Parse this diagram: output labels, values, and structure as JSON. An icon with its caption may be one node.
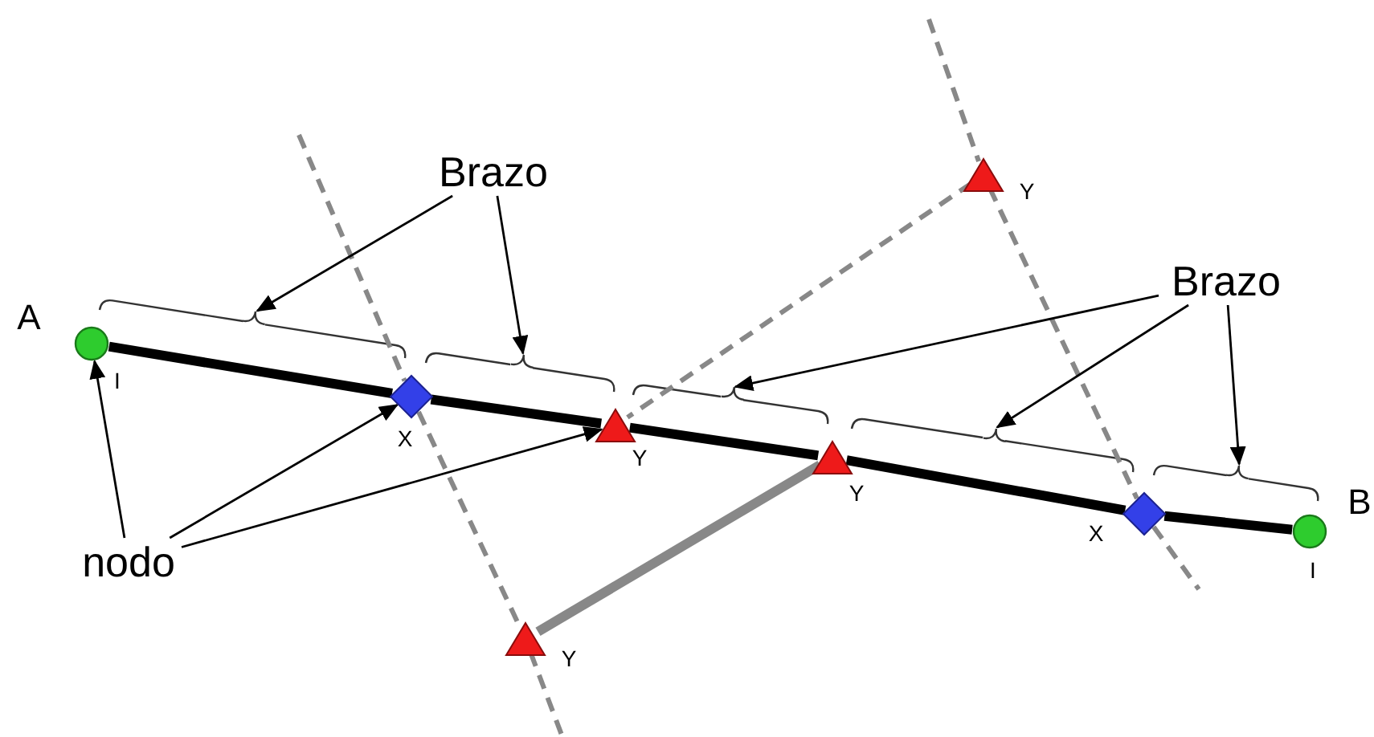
{
  "diagram": {
    "nodes": [
      {
        "text": [
          "Brazo"
        ]
      },
      {
        "text": [
          "Brazo"
        ]
      },
      {
        "text": [
          "nodo"
        ]
      },
      {
        "text": [],
        "shape": "circle",
        "beside": [
          "A",
          "I"
        ]
      },
      {
        "text": [],
        "shape": "diamond",
        "beside": [
          "X"
        ]
      },
      {
        "text": [],
        "shape": "triangle",
        "beside": [
          "Y"
        ]
      },
      {
        "text": [],
        "shape": "triangle",
        "beside": [
          "Y"
        ]
      },
      {
        "text": [],
        "shape": "diamond",
        "beside": [
          "X"
        ]
      },
      {
        "text": [],
        "shape": "circle",
        "beside": [
          "B",
          "I"
        ]
      },
      {
        "text": [],
        "shape": "triangle",
        "beside": [
          "Y"
        ]
      },
      {
        "text": [],
        "shape": "triangle",
        "beside": [
          "Y"
        ]
      },
      {
        "text": [],
        "shape": "brace"
      },
      {
        "text": [],
        "shape": "brace"
      },
      {
        "text": [],
        "shape": "brace"
      },
      {
        "text": [],
        "shape": "brace"
      },
      {
        "text": [],
        "shape": "brace"
      }
    ],
    "edges": [
      {
        "from": 3,
        "to": 4,
        "arrow": "none",
        "style": "thick"
      },
      {
        "from": 4,
        "to": 5,
        "arrow": "none",
        "style": "thick"
      },
      {
        "from": 5,
        "to": 6,
        "arrow": "none",
        "style": "thick"
      },
      {
        "from": 6,
        "to": 7,
        "arrow": "none",
        "style": "thick"
      },
      {
        "from": 7,
        "to": 8,
        "arrow": "none",
        "style": "thick"
      },
      {
        "from": 10,
        "to": 6,
        "arrow": "none",
        "style": "thick",
        "color": "#888888"
      },
      {
        "from": null,
        "to": 4,
        "arrow": "none",
        "style": "dashed",
        "color": "#888888"
      },
      {
        "from": 4,
        "to": 10,
        "arrow": "none",
        "style": "dashed",
        "color": "#888888"
      },
      {
        "from": 10,
        "to": null,
        "arrow": "none",
        "style": "dashed",
        "color": "#888888"
      },
      {
        "from": null,
        "to": 9,
        "arrow": "none",
        "style": "dashed",
        "color": "#888888"
      },
      {
        "from": 9,
        "to": 7,
        "arrow": "none",
        "style": "dashed",
        "color": "#888888"
      },
      {
        "from": 7,
        "to": null,
        "arrow": "none",
        "style": "dashed",
        "color": "#888888"
      },
      {
        "from": 9,
        "to": 5,
        "arrow": "none",
        "style": "dashed",
        "color": "#888888"
      },
      {
        "from": 0,
        "to": 11,
        "arrow": "to"
      },
      {
        "from": 0,
        "to": 12,
        "arrow": "to"
      },
      {
        "from": 1,
        "to": 13,
        "arrow": "to"
      },
      {
        "from": 1,
        "to": 14,
        "arrow": "to"
      },
      {
        "from": 1,
        "to": 15,
        "arrow": "to"
      },
      {
        "from": 2,
        "to": 3,
        "arrow": "to"
      },
      {
        "from": 2,
        "to": 4,
        "arrow": "to"
      },
      {
        "from": 2,
        "to": 5,
        "arrow": "to"
      }
    ]
  }
}
